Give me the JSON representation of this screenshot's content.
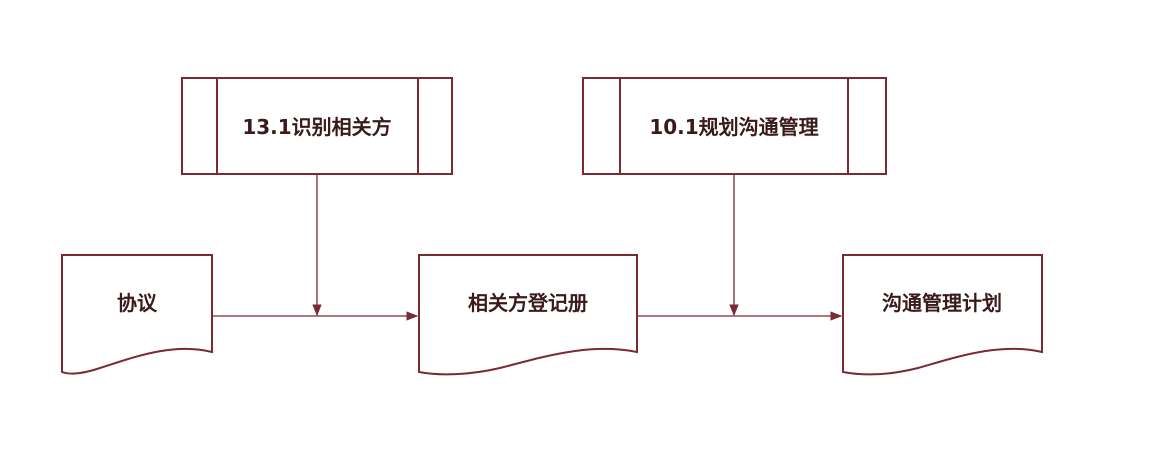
{
  "colors": {
    "stroke": "#7b2a33",
    "text": "#3a1a1a",
    "background": "#ffffff"
  },
  "processes": [
    {
      "id": "p1",
      "label": "13.1识别相关方"
    },
    {
      "id": "p2",
      "label": "10.1规划沟通管理"
    }
  ],
  "documents": [
    {
      "id": "d1",
      "label": "协议"
    },
    {
      "id": "d2",
      "label": "相关方登记册"
    },
    {
      "id": "d3",
      "label": "沟通管理计划"
    }
  ]
}
